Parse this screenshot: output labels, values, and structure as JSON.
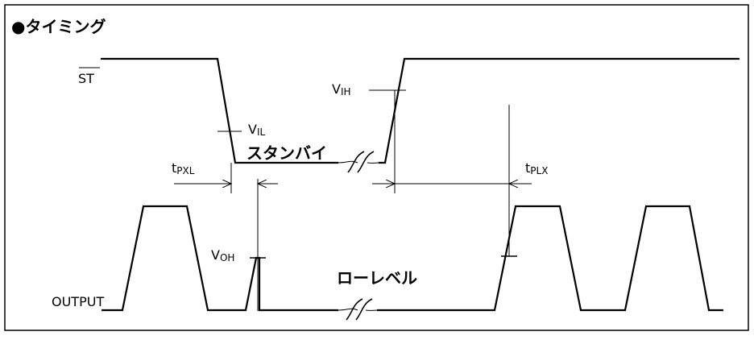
{
  "title": "●タイミング",
  "signals": {
    "st": "ST",
    "output": "OUTPUT"
  },
  "thresholds": {
    "vih": {
      "main": "V",
      "sub": "IH"
    },
    "vil": {
      "main": "V",
      "sub": "IL"
    },
    "voh": {
      "main": "V",
      "sub": "OH"
    }
  },
  "timings": {
    "tpxl": {
      "main": "t",
      "sub": "PXL"
    },
    "tplx": {
      "main": "t",
      "sub": "PLX"
    }
  },
  "states": {
    "standby": "スタンバイ",
    "low_level": "ローレベル"
  },
  "icons": {
    "break": "break-mark-icon",
    "arrow": "arrowhead-icon"
  }
}
